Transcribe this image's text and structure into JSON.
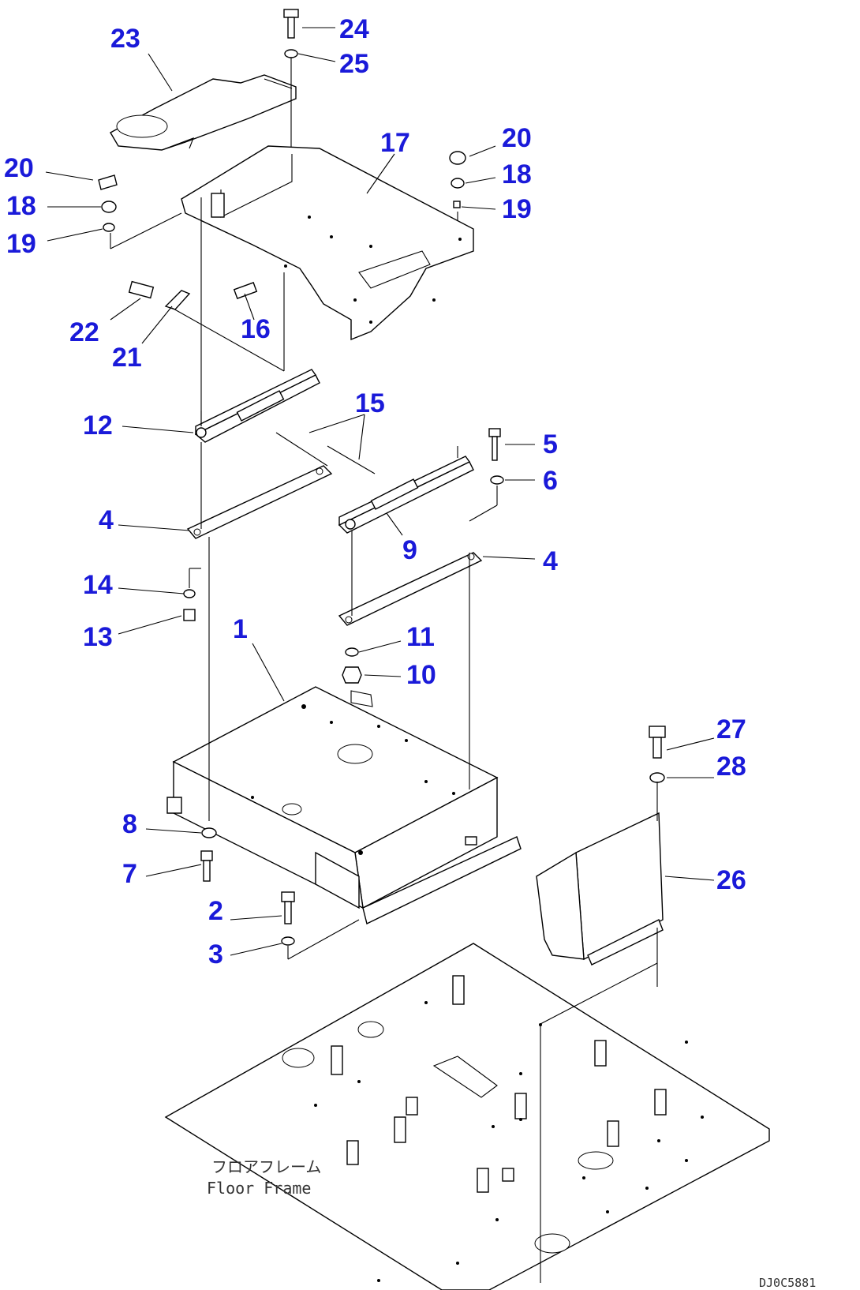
{
  "diagram": {
    "frame_label_jp": "フロアフレーム",
    "frame_label_en": "Floor Frame",
    "drawing_code": "DJ0C5881",
    "callouts": [
      {
        "id": "c1",
        "label": "1"
      },
      {
        "id": "c2",
        "label": "2"
      },
      {
        "id": "c3",
        "label": "3"
      },
      {
        "id": "c4a",
        "label": "4"
      },
      {
        "id": "c4b",
        "label": "4"
      },
      {
        "id": "c5",
        "label": "5"
      },
      {
        "id": "c6",
        "label": "6"
      },
      {
        "id": "c7",
        "label": "7"
      },
      {
        "id": "c8",
        "label": "8"
      },
      {
        "id": "c9",
        "label": "9"
      },
      {
        "id": "c10",
        "label": "10"
      },
      {
        "id": "c11",
        "label": "11"
      },
      {
        "id": "c12",
        "label": "12"
      },
      {
        "id": "c13",
        "label": "13"
      },
      {
        "id": "c14",
        "label": "14"
      },
      {
        "id": "c15",
        "label": "15"
      },
      {
        "id": "c16",
        "label": "16"
      },
      {
        "id": "c17",
        "label": "17"
      },
      {
        "id": "c18a",
        "label": "18"
      },
      {
        "id": "c18b",
        "label": "18"
      },
      {
        "id": "c19a",
        "label": "19"
      },
      {
        "id": "c19b",
        "label": "19"
      },
      {
        "id": "c20a",
        "label": "20"
      },
      {
        "id": "c20b",
        "label": "20"
      },
      {
        "id": "c21",
        "label": "21"
      },
      {
        "id": "c22",
        "label": "22"
      },
      {
        "id": "c23",
        "label": "23"
      },
      {
        "id": "c24",
        "label": "24"
      },
      {
        "id": "c25",
        "label": "25"
      },
      {
        "id": "c26",
        "label": "26"
      },
      {
        "id": "c27",
        "label": "27"
      },
      {
        "id": "c28",
        "label": "28"
      }
    ],
    "colors": {
      "callout": "#1a1ad9",
      "line": "#000000",
      "background": "#ffffff"
    }
  }
}
